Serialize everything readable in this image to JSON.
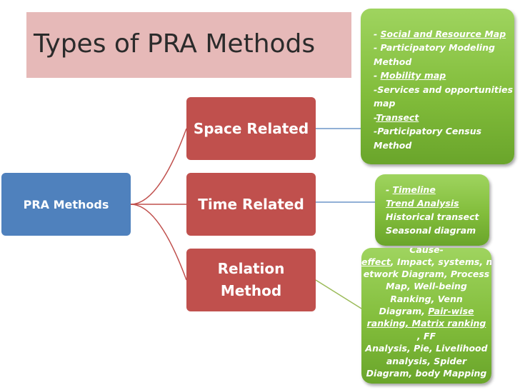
{
  "title": "Types of PRA Methods",
  "root": {
    "label": "PRA Methods"
  },
  "categories": [
    {
      "label": "Space Related"
    },
    {
      "label": "Time Related"
    },
    {
      "label_line1": "Relation",
      "label_line2": "Method"
    }
  ],
  "space_methods": {
    "l1_prefix": "- ",
    "l1_link": "Social  and Resource Map",
    "l2": "- Participatory Modeling",
    "l3": "Method",
    "l4_prefix": "- ",
    "l4_link": "Mobility map",
    "l5": "-Services and opportunities",
    "l6": "map",
    "l7_prefix": "-",
    "l7_link": "Transect",
    "l8": "-Participatory Census",
    "l9": "Method"
  },
  "time_methods": {
    "l1_prefix": "- ",
    "l1_link": "Timeline",
    "l2_link": "Trend Analysis",
    "l3": "Historical transect",
    "l4": "Seasonal diagram"
  },
  "relation_methods": {
    "l1": "Cause-",
    "l2_link": "effect",
    "l2_rest": ", Impact, systems, n",
    "l3": "etwork Diagram, Process",
    "l4": "Map, Well-being",
    "l5": "Ranking, Venn",
    "l6_prefix": "Diagram, ",
    "l6_link": "Pair-wise",
    "l7_link": "ranking, Matrix ranking",
    "l8": ", FF",
    "l9": "Analysis, Pie, Livelihood",
    "l10": "analysis, Spider",
    "l11": "Diagram, body Mapping"
  },
  "colors": {
    "title_bg": "#e6b9b8",
    "root": "#4f81bd",
    "category": "#c0504d",
    "method_box": "#8cc63f",
    "connector_root": "#c0504d",
    "connector_space": "#4f81bd",
    "connector_time": "#4f81bd",
    "connector_relation": "#9bbb59"
  }
}
